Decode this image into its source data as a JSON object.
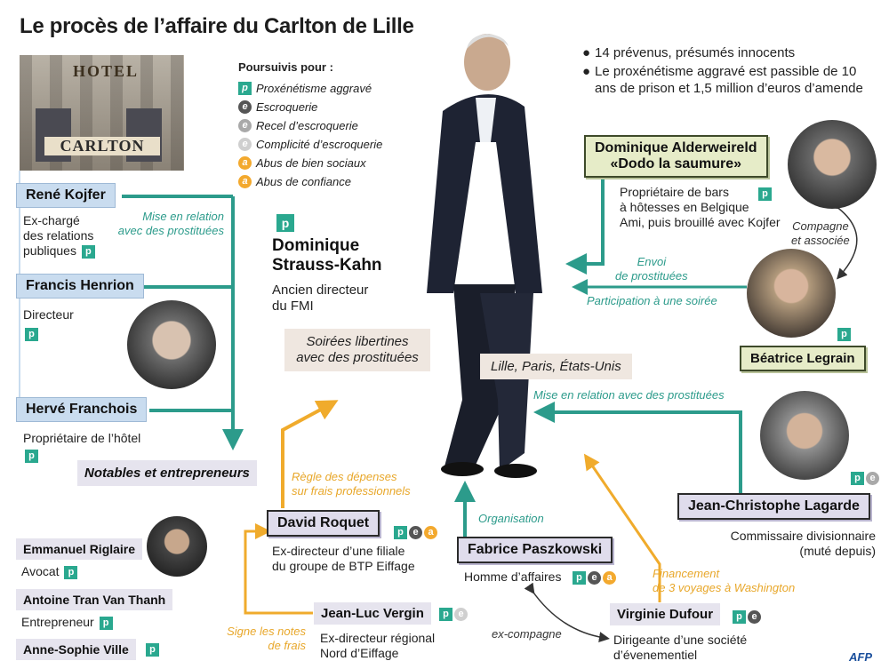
{
  "title": "Le procès de l’affaire du Carlton de Lille",
  "hotel_sign": {
    "top": "HOTEL",
    "bottom": "CARLTON"
  },
  "legend": {
    "heading": "Poursuivis pour :",
    "items": [
      {
        "badge": "p",
        "label": "Proxénétisme aggravé"
      },
      {
        "badge": "e",
        "label": "Escroquerie"
      },
      {
        "badge": "e",
        "label": "Recel d’escroquerie"
      },
      {
        "badge": "e",
        "label": "Complicité d’escroquerie"
      },
      {
        "badge": "a",
        "label": "Abus de bien sociaux"
      },
      {
        "badge": "a",
        "label": "Abus de confiance"
      }
    ]
  },
  "facts": [
    "14 prévenus, présumés innocents",
    "Le proxénétisme aggravé est passible de 10 ans de prison et 1,5 million d’euros d’amende"
  ],
  "dsk": {
    "name_line1": "Dominique",
    "name_line2": "Strauss-Kahn",
    "role_line1": "Ancien directeur",
    "role_line2": "du FMI",
    "badge": "p"
  },
  "people": {
    "kojfer": {
      "name": "René Kojfer",
      "role_line1": "Ex-chargé",
      "role_line2": "des relations",
      "role_line3": "publiques"
    },
    "henrion": {
      "name": "Francis Henrion",
      "role": "Directeur"
    },
    "franchois": {
      "name": "Hervé Franchois",
      "role": "Propriétaire de l’hôtel"
    },
    "alderweireld": {
      "name_line1": "Dominique Alderweireld",
      "name_line2": "«Dodo la saumure»",
      "role_line1": "Propriétaire de bars",
      "role_line2": "à hôtesses en Belgique",
      "role_line3": "Ami, puis brouillé avec Kojfer"
    },
    "legrain": {
      "name": "Béatrice Legrain"
    },
    "lagarde": {
      "name": "Jean-Christophe Lagarde",
      "role_line1": "Commissaire divisionnaire",
      "role_line2": "(muté depuis)"
    },
    "roquet": {
      "name": "David Roquet",
      "role_line1": "Ex-directeur d’une filiale",
      "role_line2": "du groupe de BTP Eiffage"
    },
    "paszkowski": {
      "name": "Fabrice Paszkowski",
      "role": "Homme d’affaires"
    },
    "vergin": {
      "name": "Jean-Luc Vergin",
      "role_line1": "Ex-directeur régional",
      "role_line2": "Nord d’Eiffage"
    },
    "dufour": {
      "name": "Virginie Dufour",
      "role_line1": "Dirigeante d’une société",
      "role_line2": "d’évenementiel"
    },
    "riglaire": {
      "name": "Emmanuel Riglaire",
      "role": "Avocat"
    },
    "tranvanthanh": {
      "name": "Antoine Tran Van Thanh",
      "role": "Entrepreneur"
    },
    "ville": {
      "name": "Anne-Sophie Ville"
    }
  },
  "labels": {
    "mise_en_relation": {
      "line1": "Mise en relation",
      "line2": "avec des prostituées"
    },
    "notables": "Notables et entrepreneurs",
    "envoi": {
      "line1": "Envoi",
      "line2": "de prostituées"
    },
    "participation": "Participation à une soirée",
    "compagne": {
      "line1": "Compagne",
      "line2": "et associée"
    },
    "soirees": {
      "line1": "Soirées libertines",
      "line2": "avec des prostituées"
    },
    "lieux": "Lille, Paris, États-Unis",
    "mise_en_relation_lagarde": "Mise en relation avec des prostituées",
    "regle": {
      "line1": "Règle des dépenses",
      "line2": "sur frais professionnels"
    },
    "organisation": "Organisation",
    "financement": {
      "line1": "Financement",
      "line2": "de 3 voyages à Washington"
    },
    "signe": {
      "line1": "Signe les notes",
      "line2": "de frais"
    },
    "ex_compagne": "ex-compagne"
  },
  "credit": "AFP",
  "colors": {
    "teal": "#2c9b8b",
    "orange": "#f0ab2c",
    "blue_box": "#c9dcef",
    "grey_box": "#e6e4ee",
    "green_box": "#e6ecc8"
  }
}
